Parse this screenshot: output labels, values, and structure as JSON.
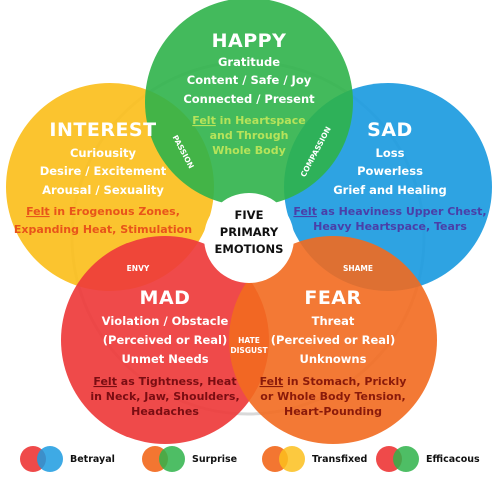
{
  "center": {
    "line1": "FIVE",
    "line2": "PRIMARY",
    "line3": "EMOTIONS"
  },
  "emotions": {
    "happy": {
      "title": "HAPPY",
      "color": "#2fb34a",
      "lines": [
        "Gratitude",
        "Content / Safe / Joy",
        "Connected / Present"
      ],
      "felt_word": "Felt",
      "felt_rest_1": " in Heartspace",
      "felt_line2": "and Through",
      "felt_line3": "Whole Body",
      "felt_color": "#b6e35a"
    },
    "sad": {
      "title": "SAD",
      "color": "#1c9be0",
      "lines": [
        "Loss",
        "Powerless",
        "Grief and Healing"
      ],
      "felt_word": "Felt",
      "felt_rest_1": " as Heaviness Upper Chest,",
      "felt_line2": "Heavy Heartspace, Tears",
      "felt_color": "#4a3fa8"
    },
    "interest": {
      "title": "INTEREST",
      "color": "#fbbf1d",
      "lines": [
        "Curiousity",
        "Desire / Excitement",
        "Arousal / Sexuality"
      ],
      "felt_word": "Felt",
      "felt_rest_1": " in Erogenous Zones,",
      "felt_line2": "Expanding Heat, Stimulation",
      "felt_color": "#e8541a"
    },
    "mad": {
      "title": "MAD",
      "color": "#ee3b3b",
      "lines": [
        "Violation / Obstacle",
        "(Perceived or Real)",
        "Unmet Needs"
      ],
      "felt_word": "Felt",
      "felt_rest_1": " as Tightness, Heat",
      "felt_line2": "in Neck, Jaw, Shoulders,",
      "felt_line3": "Headaches",
      "felt_color": "#7a0d12"
    },
    "fear": {
      "title": "FEAR",
      "color": "#f26a1f",
      "lines": [
        "Threat",
        "(Perceived or Real)",
        "Unknowns"
      ],
      "felt_word": "Felt",
      "felt_rest_1": " in Stomach, Prickly",
      "felt_line2": "or Whole Body Tension,",
      "felt_line3": "Heart-Pounding",
      "felt_color": "#8a1a0a"
    }
  },
  "overlaps": {
    "passion": "PASSION",
    "compassion": "COMPASSION",
    "envy": "ENVY",
    "shame": "SHAME",
    "hate": "HATE",
    "disgust": "DISGUST"
  },
  "legend": [
    {
      "label": "Betrayal",
      "color_a": "#ee3b3b",
      "color_b": "#1c9be0"
    },
    {
      "label": "Surprise",
      "color_a": "#f26a1f",
      "color_b": "#2fb34a"
    },
    {
      "label": "Transfixed",
      "color_a": "#f26a1f",
      "color_b": "#fbbf1d"
    },
    {
      "label": "Efficacous",
      "color_a": "#ee3b3b",
      "color_b": "#2fb34a"
    }
  ]
}
